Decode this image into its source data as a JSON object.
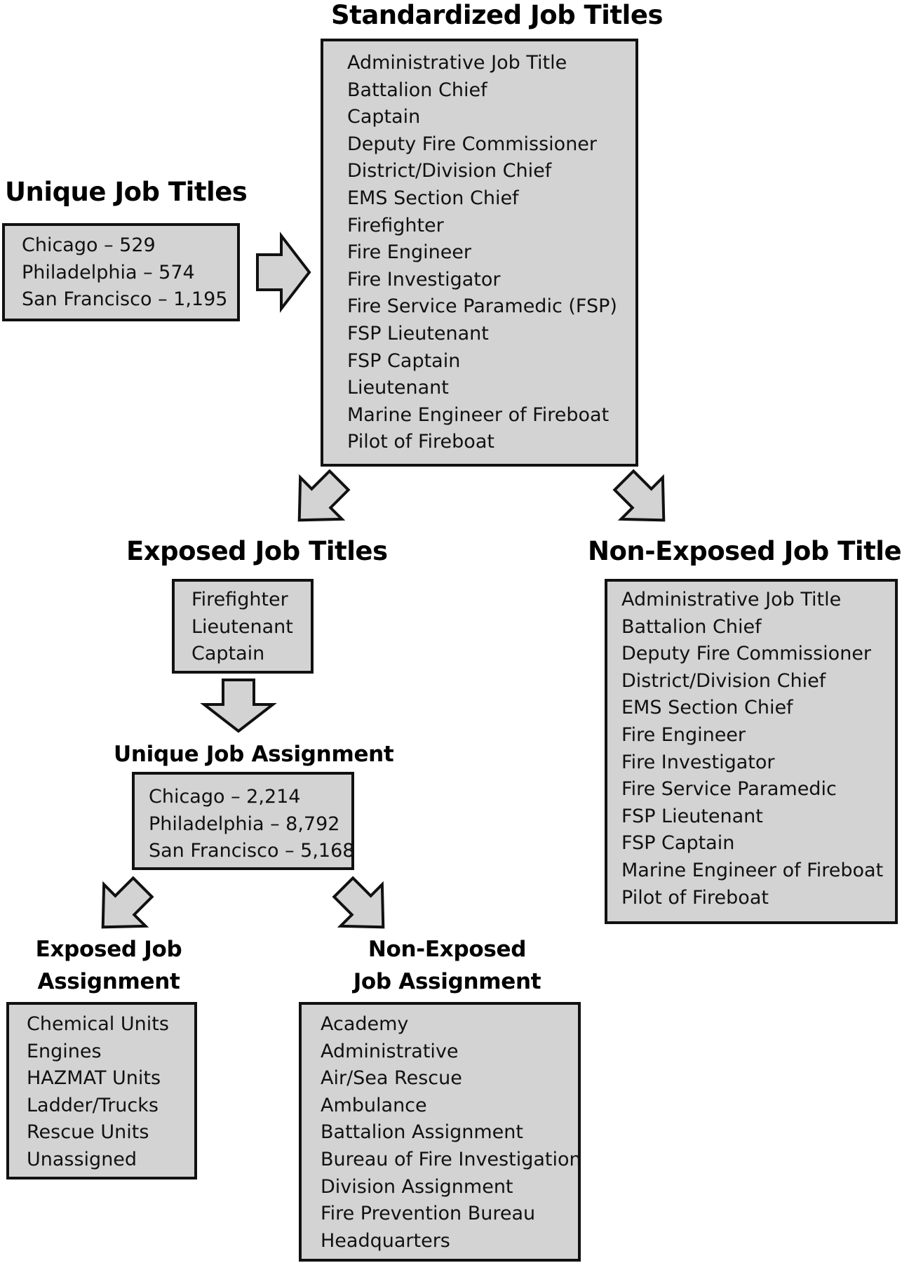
{
  "standardized": {
    "title": "Standardized Job Titles",
    "items": [
      "Administrative Job Title",
      "Battalion Chief",
      "Captain",
      "Deputy Fire Commissioner",
      "District/Division Chief",
      "EMS Section Chief",
      "Firefighter",
      "Fire Engineer",
      "Fire Investigator",
      "Fire Service Paramedic (FSP)",
      "FSP Lieutenant",
      "FSP Captain",
      "Lieutenant",
      "Marine Engineer of Fireboat",
      "Pilot of Fireboat"
    ]
  },
  "unique_titles": {
    "title": "Unique Job Titles",
    "items": [
      "Chicago – 529",
      "Philadelphia – 574",
      "San Francisco – 1,195"
    ]
  },
  "exposed_titles": {
    "title": "Exposed Job Titles",
    "items": [
      "Firefighter",
      "Lieutenant",
      "Captain"
    ]
  },
  "non_exposed_titles": {
    "title": "Non-Exposed Job Titles",
    "items": [
      "Administrative Job Title",
      "Battalion Chief",
      "Deputy Fire Commissioner",
      "District/Division Chief",
      "EMS Section Chief",
      "Fire Engineer",
      "Fire Investigator",
      "Fire Service Paramedic",
      "FSP Lieutenant",
      "FSP Captain",
      "Marine Engineer of Fireboat",
      "Pilot of Fireboat"
    ]
  },
  "unique_assignment": {
    "title": "Unique Job Assignment",
    "items": [
      "Chicago – 2,214",
      "Philadelphia – 8,792",
      "San Francisco – 5,168"
    ]
  },
  "exposed_assignment": {
    "title_line1": "Exposed Job",
    "title_line2": "Assignment",
    "items": [
      "Chemical Units",
      "Engines",
      "HAZMAT Units",
      "Ladder/Trucks",
      "Rescue Units",
      "Unassigned"
    ]
  },
  "non_exposed_assignment": {
    "title_line1": "Non-Exposed",
    "title_line2": "Job Assignment",
    "items": [
      "Academy",
      "Administrative",
      "Air/Sea Rescue",
      "Ambulance",
      "Battalion Assignment",
      "Bureau of Fire Investigation",
      "Division Assignment",
      "Fire Prevention Bureau",
      "Headquarters"
    ]
  }
}
